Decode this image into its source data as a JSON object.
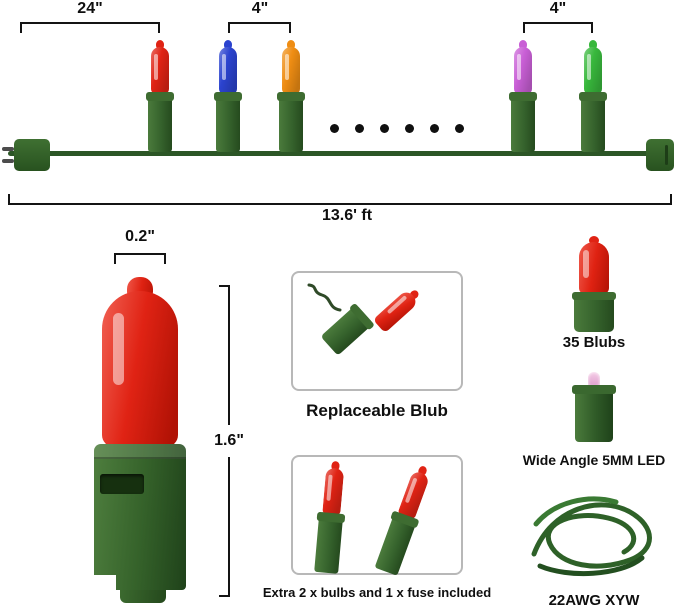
{
  "theme_css": "--red:#e02314;--wire:#2c5626;--sg1:#4b7b3c;--sg2:#35622c;--sg3:#254a1e",
  "top_diagram": {
    "dim_spacing_start": "24\"",
    "dim_spacing_a": "4\"",
    "dim_spacing_b": "4\"",
    "total_length": "13.6' ft",
    "ellipsis_dots": 6,
    "bulbs": [
      {
        "color_name": "red",
        "hex": "#e02314",
        "css": "--c:#e02314"
      },
      {
        "color_name": "blue",
        "hex": "#2b43cf",
        "css": "--c:#2b43cf"
      },
      {
        "color_name": "orange",
        "hex": "#ef8d13",
        "css": "--c:#ef8d13"
      },
      {
        "color_name": "purple",
        "hex": "#c95fd6",
        "css": "--c:#c95fd6"
      },
      {
        "color_name": "green",
        "hex": "#38b83c",
        "css": "--c:#38b83c"
      }
    ]
  },
  "bulb_detail": {
    "tip_width": "0.2\"",
    "bulb_height": "1.6\""
  },
  "features": {
    "replaceable_label": "Replaceable Blub",
    "extra_label": "Extra 2 x bulbs and 1 x fuse included"
  },
  "specs": {
    "bulb_count_label": "35 Blubs",
    "led_label": "Wide Angle 5MM LED",
    "wire_label": "22AWG XYW"
  },
  "colors": {
    "wire_green": "#2c5626",
    "socket_green": "#35622c",
    "bulb_red": "#e02314",
    "dimension_line": "#141414"
  }
}
